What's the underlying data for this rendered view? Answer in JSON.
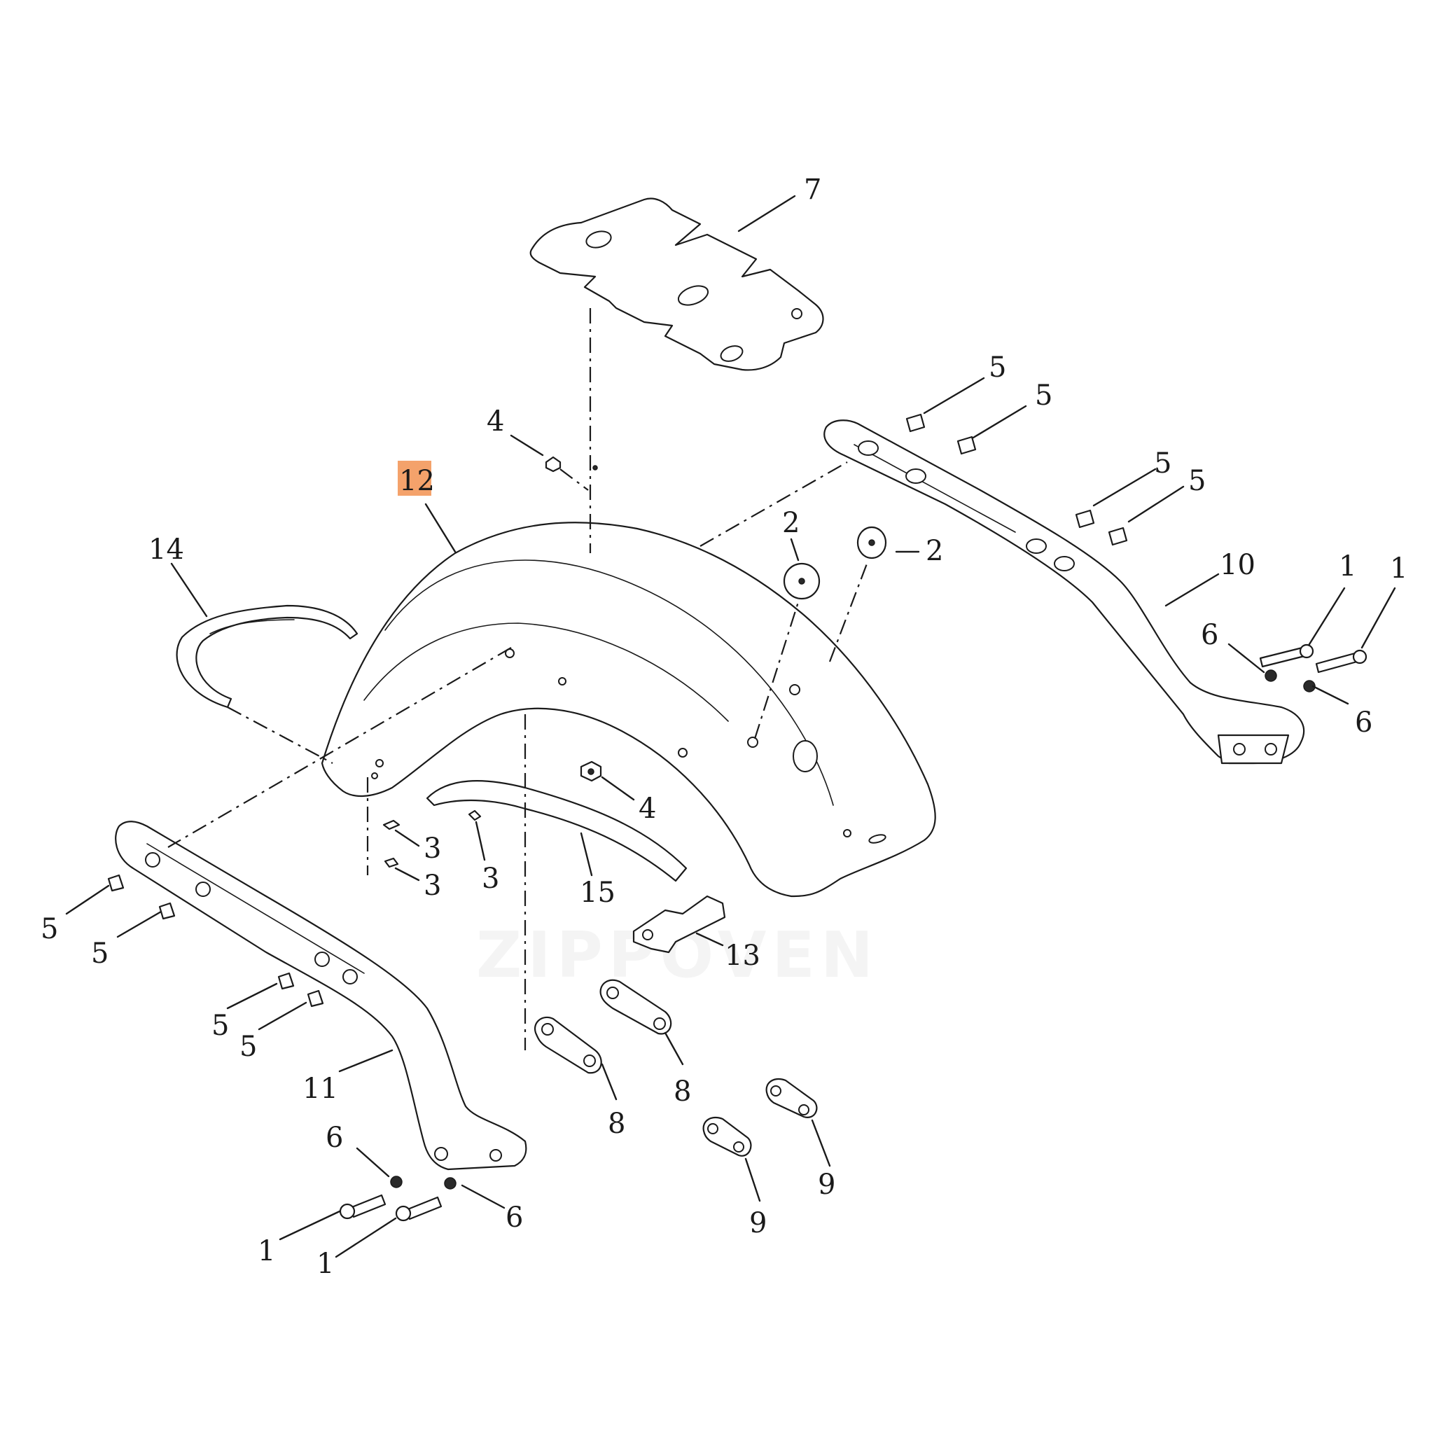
{
  "diagram": {
    "watermark": "ZIPPOVEN",
    "highlight_color": "#f4a26b",
    "line_color": "#1a1a1a",
    "callouts": [
      {
        "id": "c7",
        "label": "7"
      },
      {
        "id": "c4a",
        "label": "4"
      },
      {
        "id": "c12",
        "label": "12",
        "highlighted": true
      },
      {
        "id": "c5a",
        "label": "5"
      },
      {
        "id": "c5b",
        "label": "5"
      },
      {
        "id": "c5c",
        "label": "5"
      },
      {
        "id": "c5d",
        "label": "5"
      },
      {
        "id": "c2a",
        "label": "2"
      },
      {
        "id": "c2b",
        "label": "2"
      },
      {
        "id": "c10",
        "label": "10"
      },
      {
        "id": "c1a",
        "label": "1"
      },
      {
        "id": "c1b",
        "label": "1"
      },
      {
        "id": "c6a",
        "label": "6"
      },
      {
        "id": "c6b",
        "label": "6"
      },
      {
        "id": "c14",
        "label": "14"
      },
      {
        "id": "c4b",
        "label": "4"
      },
      {
        "id": "c3a",
        "label": "3"
      },
      {
        "id": "c3b",
        "label": "3"
      },
      {
        "id": "c3c",
        "label": "3"
      },
      {
        "id": "c15",
        "label": "15"
      },
      {
        "id": "c13",
        "label": "13"
      },
      {
        "id": "c5e",
        "label": "5"
      },
      {
        "id": "c5f",
        "label": "5"
      },
      {
        "id": "c5g",
        "label": "5"
      },
      {
        "id": "c5h",
        "label": "5"
      },
      {
        "id": "c11",
        "label": "11"
      },
      {
        "id": "c8a",
        "label": "8"
      },
      {
        "id": "c8b",
        "label": "8"
      },
      {
        "id": "c9a",
        "label": "9"
      },
      {
        "id": "c9b",
        "label": "9"
      },
      {
        "id": "c6c",
        "label": "6"
      },
      {
        "id": "c6d",
        "label": "6"
      },
      {
        "id": "c1c",
        "label": "1"
      },
      {
        "id": "c1d",
        "label": "1"
      }
    ]
  }
}
